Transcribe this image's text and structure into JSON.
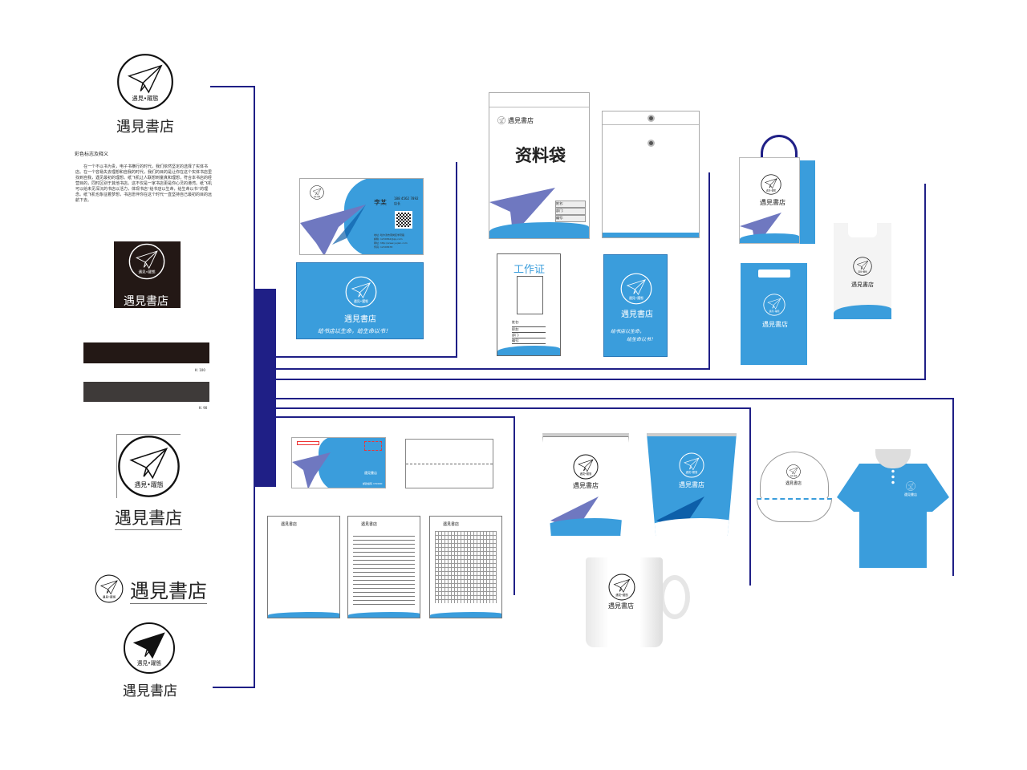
{
  "brand": {
    "name": "遇見書店",
    "slogan_logo": "遇見•躍態",
    "color_blue": "#3a9ddc",
    "color_navy": "#1f1f86",
    "color_plane": "#6f78c0"
  },
  "left": {
    "desc_title": "彩色标志及释义",
    "desc_body": "在一个不以书为贵，电子书横行的时代，我们依然坚定的选择了实体书店。在一个容易失去理想和自我的时代，我们的目的是让你在这个实体书店里找到自我，遇见最初的理想。纸飞机让人联想到童真和理想，符合本书店的经营目的，同时区别于其他书店。这不仅是一家书店更是你心灵的港湾。纸飞机可以给未见深沉的书店以活力，体现书店“给书店以生命，给生命以书”的理念。纸飞机也象征着梦想，书店愿伴你在这个时代一直坚持自己最初的目的远航下去。",
    "swatches": [
      {
        "color": "#231815",
        "label": "K: 100"
      },
      {
        "color": "#3e3a39",
        "label": "K: 90"
      }
    ]
  },
  "card": {
    "name": "李某",
    "title": "店长",
    "phone": "188 4562 7892",
    "address": "地址: 哈尔滨市南岗区学府路",
    "email": "邮箱: 1234562@qq.com",
    "web": "网址: http://www.yujian.com",
    "fax": "传真: 12345678",
    "slogan": "给书店以生命，给生命以书！"
  },
  "folder": {
    "title": "资料袋",
    "fields": [
      "姓名:",
      "部门:",
      "编号:"
    ]
  },
  "badge": {
    "title": "工作证",
    "fields": [
      "姓名:",
      "职务:",
      "部门:",
      "编号:"
    ],
    "slogan_a": "给书店以生命，",
    "slogan_b": "给生命以书！"
  },
  "envelope": {
    "postcode_label": "邮政编码",
    "postcode": "150000"
  }
}
